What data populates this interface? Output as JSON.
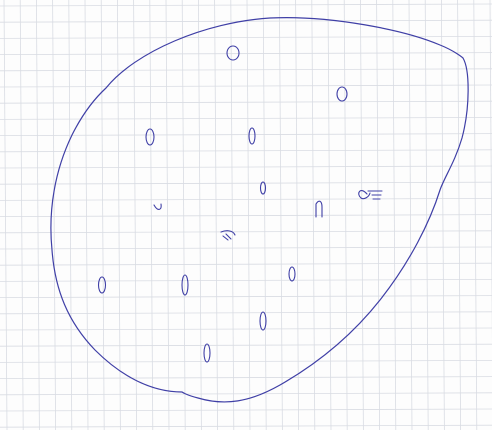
{
  "image": {
    "kind": "scanned-sketch",
    "paper": "grid-paper",
    "ink_color": "#3f3fa6",
    "grid_color": "#d9dce3",
    "paper_color": "#fdfdfd"
  },
  "marks": {
    "outline": "hand-drawn-oval-boundary",
    "items": [
      {
        "kind": "small-circle"
      },
      {
        "kind": "small-circle"
      },
      {
        "kind": "small-circle"
      },
      {
        "kind": "small-oval"
      },
      {
        "kind": "small-oval"
      },
      {
        "kind": "small-mark"
      },
      {
        "kind": "small-mark"
      },
      {
        "kind": "hatched-mark"
      },
      {
        "kind": "scribble-mark"
      },
      {
        "kind": "small-oval"
      },
      {
        "kind": "small-oval"
      },
      {
        "kind": "small-oval"
      },
      {
        "kind": "small-oval"
      },
      {
        "kind": "small-oval"
      },
      {
        "kind": "small-oval"
      }
    ]
  }
}
